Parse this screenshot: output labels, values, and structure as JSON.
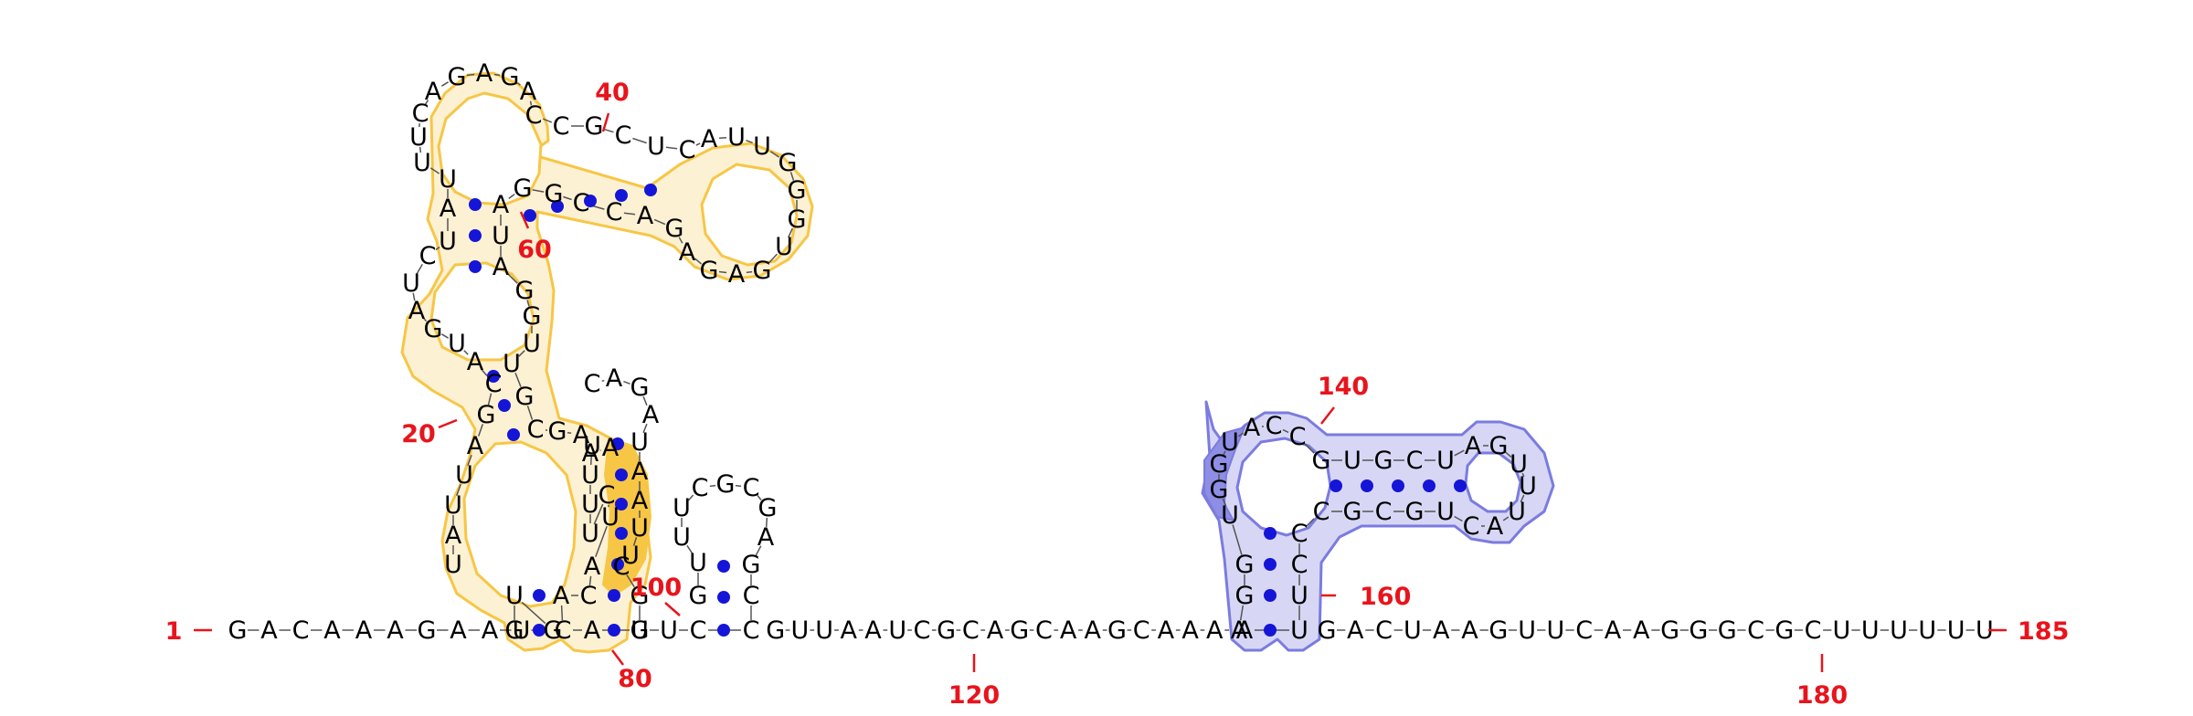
{
  "colors": {
    "nucleotide": "#000000",
    "base_pair": "#1515d8",
    "position_label": "#e8141c",
    "backbone": "#555555",
    "region_yellow_fill": "#fdf1d3",
    "region_yellow_stroke": "#f7c645",
    "region_yellow_dark": "#f7c645",
    "region_blue_fill": "#d7d7f5",
    "region_blue_stroke": "#7b7be0",
    "region_blue_dark": "#8e8ee4"
  },
  "diagram": {
    "linear_sequence": "GACAAAGAAUG",
    "tail_sequence": "GUUAAUCGCAGCAAGCAAAA",
    "end_sequence": "GACUAAGUUCAAGGGCGCUUUUUU",
    "position_labels": [
      {
        "id": "1",
        "text": "1"
      },
      {
        "id": "20",
        "text": "20"
      },
      {
        "id": "40",
        "text": "40"
      },
      {
        "id": "60",
        "text": "60"
      },
      {
        "id": "80",
        "text": "80"
      },
      {
        "id": "100",
        "text": "100"
      },
      {
        "id": "120",
        "text": "120"
      },
      {
        "id": "140",
        "text": "140"
      },
      {
        "id": "160",
        "text": "160"
      },
      {
        "id": "180",
        "text": "180"
      },
      {
        "id": "185",
        "text": "185"
      }
    ]
  }
}
